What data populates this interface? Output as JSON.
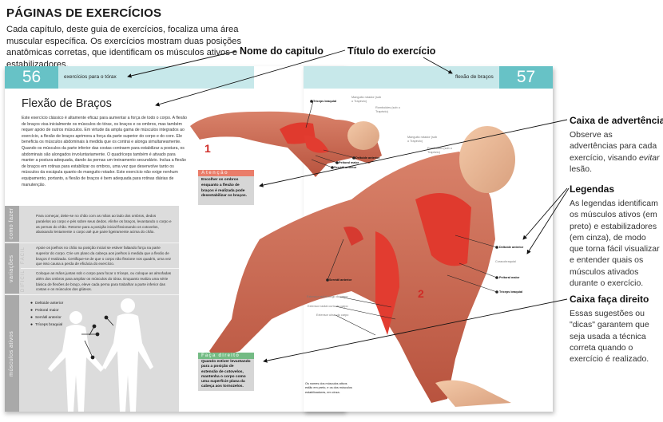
{
  "intro": {
    "title": "PÁGINAS DE EXERCÍCIOS",
    "text": "Cada capítulo, deste guia de exercícios, focaliza uma área muscular específica. Os exercícios mostram duas posições anatômicas corretas, que identificam os músculos ativos e estabilizadores."
  },
  "callouts": {
    "chapter_name": "Nome do capitulo",
    "exercise_title": "Título do exercício"
  },
  "side_notes": [
    {
      "heading": "Caixa de advertência",
      "text_before": "Observe as advertências para cada exercício, visando ",
      "text_em": "evitar",
      "text_after": " lesão."
    },
    {
      "heading": "Legendas",
      "text": "As legendas identificam os músculos ativos (em preto) e estabilizadores (em cinza), de modo que torna fácil visualizar e entender quais os músculos ativados durante o exercício."
    },
    {
      "heading": "Caixa faça direito",
      "text": "Essas sugestões ou \"dicas\" garantem que seja usada a técnica correta quando o exercício é realizado."
    }
  ],
  "page_left": {
    "number": "56",
    "chapter": "exercícios para o tórax",
    "exercise_title": "Flexão de Braços",
    "body": "Este exercício clássico é altamente eficaz para aumentar a força de todo o corpo. A flexão de braços visa inicialmente os músculos do tórax, os braços e os ombros, mas também requer apoio de outros músculos. Em virtude da ampla gama de músculos integrados ao exercício, a flexão de braços aprimora a força da parte superior do corpo e do core. Ele beneficia os músculos abdominais à medida que os contrai e alonga simultaneamente. Quando os músculos da parte inferior das costas contraem para estabilizar a postura, os abdominais são alongados involuntariamente. O quadríceps também é ativado para manter a postura adequada, dando às pernas um treinamento secundário. Inclua a flexão de braços em rotinas para estabilizar os ombros, uma vez que desenvolve tanto os músculos da escápula quanto do manguito rotador. Este exercício não exige nenhum equipamento, portanto, a flexão de braços é bem adequada para rotinas diárias de manutenção."
  },
  "page_right": {
    "number": "57",
    "exercise": "flexão de braços"
  },
  "info_panel": {
    "how_to": {
      "tab": "como fazer",
      "text": "Para começar, deite-se no chão com as mãos ao lado dos ombros, dedos paralelos ao corpo e pés sobre seus dedos. Alinhe os braços, levantando o corpo e as pernas do chão. Retorne para a posição inicial flexionando os cotovelos, abaixando lentamente o corpo até que paire ligeiramente acima do chão."
    },
    "variations": {
      "tab": "variações",
      "easy_label": "FÁCIL",
      "easy_text": "Apoie os joelhos no chão na posição inicial se estiver faltando força na parte superior do corpo. Crie um plano da cabeça aos joelhos à medida que a flexão de braços é realizada. Certifique-se de que o corpo não flexione nos quadris, uma vez que isso causa a perda de eficácia do exercício.",
      "hard_label": "DIFÍCIL",
      "hard_text": "Coloque as mãos juntas sob o corpo para focar o tríceps, ou coloque as almofadas além dos ombros para ampliar os músculos do tórax. Enquanto realiza uma série básica de flexões de braço, eleve cada perna para trabalhar a parte inferior das costas e os músculos dos glúteos."
    },
    "active_muscles": {
      "tab": "músculos ativos",
      "items": [
        "Deltoide anterior",
        "Peitoral maior",
        "Serrátil anterior",
        "Tríceps braquial"
      ]
    }
  },
  "warning_box": {
    "heading": "Atenção",
    "text": "Encolher os ombros enquanto a flexão de braços é realizada pode desestabilizar os braços."
  },
  "tip_box": {
    "heading": "Faça direito",
    "text": "Quando estiver levantando para a posição de extensão de cotovelos, mantenha o corpo como uma superfície plana da cabeça aos tornozelos."
  },
  "figure": {
    "position_1": "1",
    "position_2": "2",
    "labels_fig1": {
      "active": [
        "Tríceps braquial",
        "Deltoide anterior",
        "Peitoral maior",
        "Serrátil anterior"
      ],
      "stabilizer": [
        "Manguito rotador (sob o Trapézio)",
        "Romboides (sob o Trapézio)"
      ]
    },
    "labels_fig2": {
      "active": [
        "Deltoide anterior",
        "Peitoral maior",
        "Tríceps braquial",
        "Serrátil anterior"
      ],
      "stabilizer": [
        "Manguito rotador (sob o Trapézio)",
        "Romboides (sob o Trapézio)",
        "Coracobraquial",
        "Extensor radial longo do carpo",
        "Extensor radial curto do carpo",
        "Extensor ulnar do carpo"
      ]
    },
    "footnote": "Os nomes dos músculos ativos estão em preto, e os dos músculos estabilizadores, em cinza."
  },
  "colors": {
    "teal_dark": "#67c2c6",
    "teal_light": "#c7e8ea",
    "warning": "#ea7d6a",
    "tip": "#74bb84",
    "panel_gray": "#dcdcdc",
    "tab_gray": "#a9a9a9",
    "muscle_red": "#c94a3a",
    "number_red": "#cf2c27"
  }
}
